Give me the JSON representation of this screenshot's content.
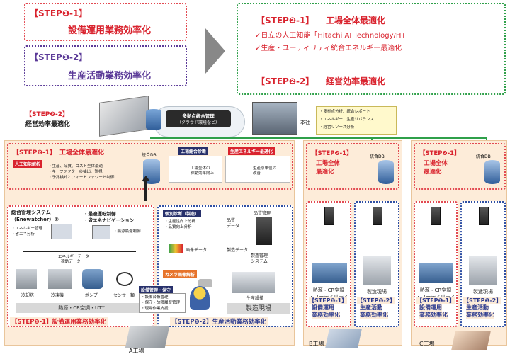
{
  "top": {
    "step11": "【STEP❶-1】",
    "step11_title": "設備運用業務効率化",
    "step12": "【STEP❶-2】",
    "step12_title": "生産活動業務効率化",
    "step21": "【STEP❷-1】",
    "step21_title": "工場全体最適化",
    "step21_b1": "✓日立の人工知能「Hitachi AI Technology/H」",
    "step21_b2": "✓生産・ユーティリティ統合エネルギー最適化",
    "step22": "【STEP❷-2】",
    "step22_title": "経営効率最適化"
  },
  "mid": {
    "left_step": "【STEP❷-2】",
    "left_title": "経営効率最適化",
    "cloud_title": "多拠点統合管理",
    "cloud_sub": "（クラウド環境など）",
    "honsha": "本社",
    "hq_bullets": [
      "・多拠点分析、統合レポート",
      "・エネルギー、生産リバランス",
      "・経営リソース分析"
    ]
  },
  "factory_a": {
    "name": "A工場",
    "step": "【STEP❷-1】",
    "title": "工場全体最適化",
    "db": "統合DB",
    "ai_tag": "人工知能解析",
    "ai_bullets": [
      "・生産、品質、コスト全体最適",
      "・キーファクターの抽出、監視",
      "・予兆検知とフィードフォワード制御"
    ],
    "tag_overall": "工場総合診断",
    "tag_energy": "生産エネルギー最適化",
    "overall_text": [
      "工場全体の",
      "稼動効率向上"
    ],
    "energy_text": [
      "生産原単位の",
      "改善"
    ],
    "ems_title": [
      "総合管理システム",
      "（Enewatcher）®"
    ],
    "ems_bullets": [
      "・エネルギー管理",
      "・省エネ分析"
    ],
    "opt_title": [
      "・最適運転制御",
      "・省エネナビゲーション"
    ],
    "opt_sub": "・熱源最適制御",
    "energy_data": [
      "エネルギーデータ",
      "稼動データ"
    ],
    "equip": [
      "冷却塔",
      "冷凍機",
      "ポンプ",
      "センサー類"
    ],
    "utility_band": "熱源・CR空調・UTY",
    "step11_label": "【STEP❶-1】設備運用業務効率化",
    "indiv_tag": "個別診断（製造）",
    "indiv_bullets": [
      "・生産性向上分析",
      "・品質向上分析"
    ],
    "quality_data": [
      "品質",
      "データ"
    ],
    "quality_mgmt": "品質管理",
    "image_data": "画像データ",
    "mfg_data": "製造データ",
    "mes": [
      "製造管理",
      "システム"
    ],
    "camera_tag": "カメラ画像解析",
    "maint_tag": "設備管理・保守",
    "maint_bullets": [
      "・設備台帳管理",
      "・保守・故障履歴管理",
      "・現場作業支援"
    ],
    "mfg_equip": "生産設備",
    "mfg_site": "製造現場",
    "step12_label": "【STEP❶-2】生産活動業務効率化"
  },
  "factory_b": {
    "name": "B工場",
    "step": "【STEP❷-1】",
    "title": [
      "工場全体",
      "最適化"
    ],
    "db": "統合DB",
    "util": [
      "熱源・CR空調",
      "・ユーティリティ"
    ],
    "site": "製造現場",
    "step11": [
      "【STEP❶-1】",
      "設備運用",
      "業務効率化"
    ],
    "step12": [
      "【STEP❶-2】",
      "生産活動",
      "業務効率化"
    ]
  },
  "factory_c": {
    "name": "C工場",
    "step": "【STEP❷-1】",
    "title": [
      "工場全体",
      "最適化"
    ],
    "db": "統合DB",
    "util": [
      "熱源・CR空調",
      "・ユーティリティ"
    ],
    "site": "製造現場",
    "step11": [
      "【STEP❶-1】",
      "設備運用",
      "業務効率化"
    ],
    "step12": [
      "【STEP❶-2】",
      "生産活動",
      "業務効率化"
    ]
  },
  "colors": {
    "red": "#d9232e",
    "purple": "#5b3a98",
    "green": "#2fa04a",
    "navy": "#2b3a8f",
    "factory_bg": "#fdecd9"
  }
}
